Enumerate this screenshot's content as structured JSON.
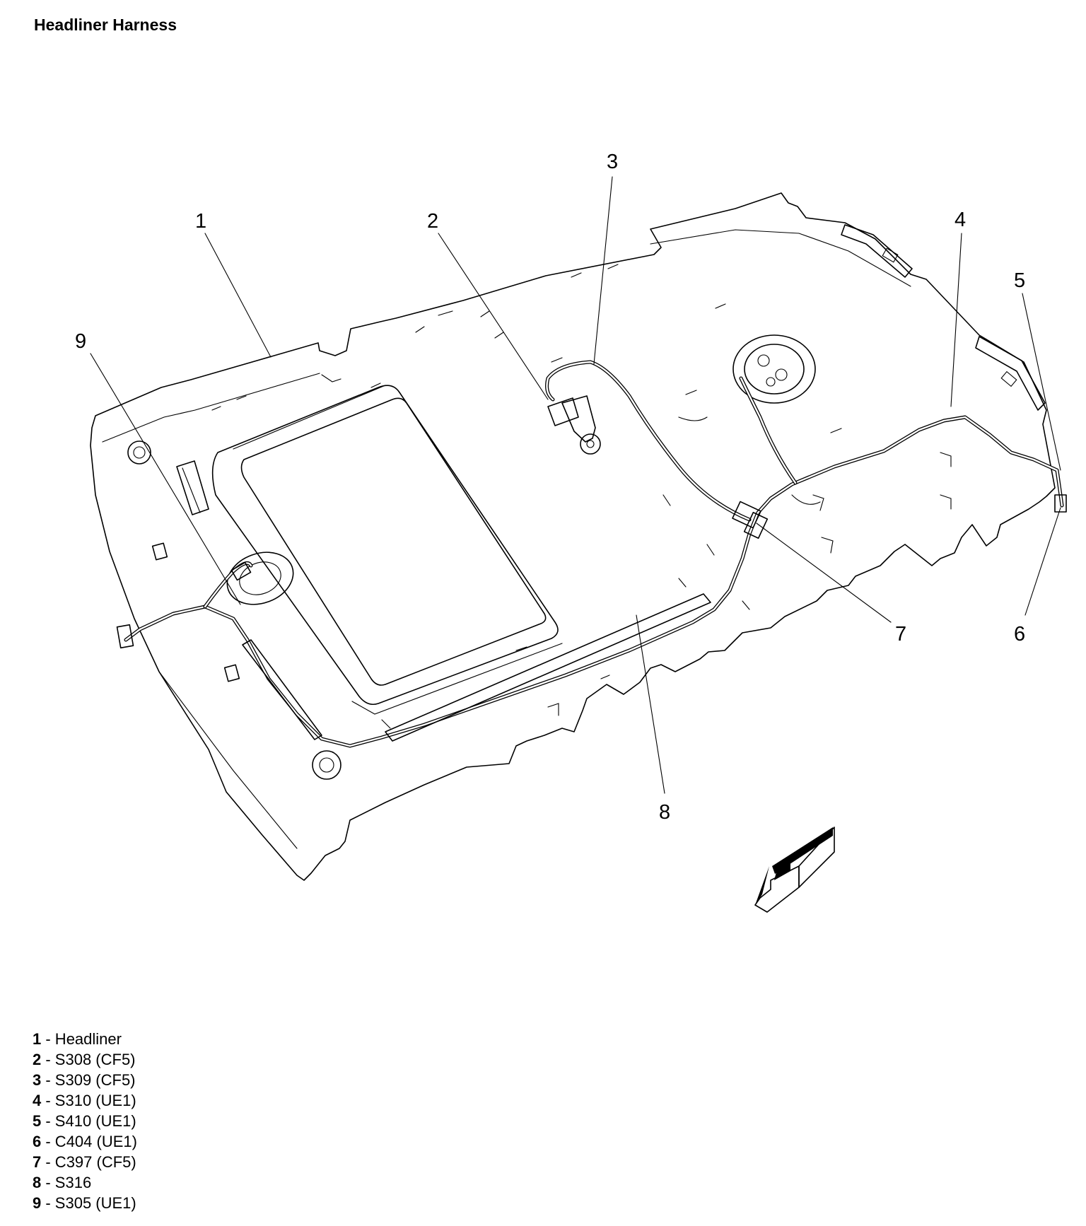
{
  "title": "Headliner Harness",
  "callouts": [
    "1",
    "2",
    "3",
    "4",
    "5",
    "6",
    "7",
    "8",
    "9"
  ],
  "legend": [
    {
      "num": "1",
      "text": " - Headliner"
    },
    {
      "num": "2",
      "text": " - S308 (CF5)"
    },
    {
      "num": "3",
      "text": " - S309 (CF5)"
    },
    {
      "num": "4",
      "text": " - S310 (UE1)"
    },
    {
      "num": "5",
      "text": " - S410 (UE1)"
    },
    {
      "num": "6",
      "text": " - C404 (UE1)"
    },
    {
      "num": "7",
      "text": " - C397 (CF5)"
    },
    {
      "num": "8",
      "text": " - S316"
    },
    {
      "num": "9",
      "text": " - S305 (UE1)"
    }
  ]
}
